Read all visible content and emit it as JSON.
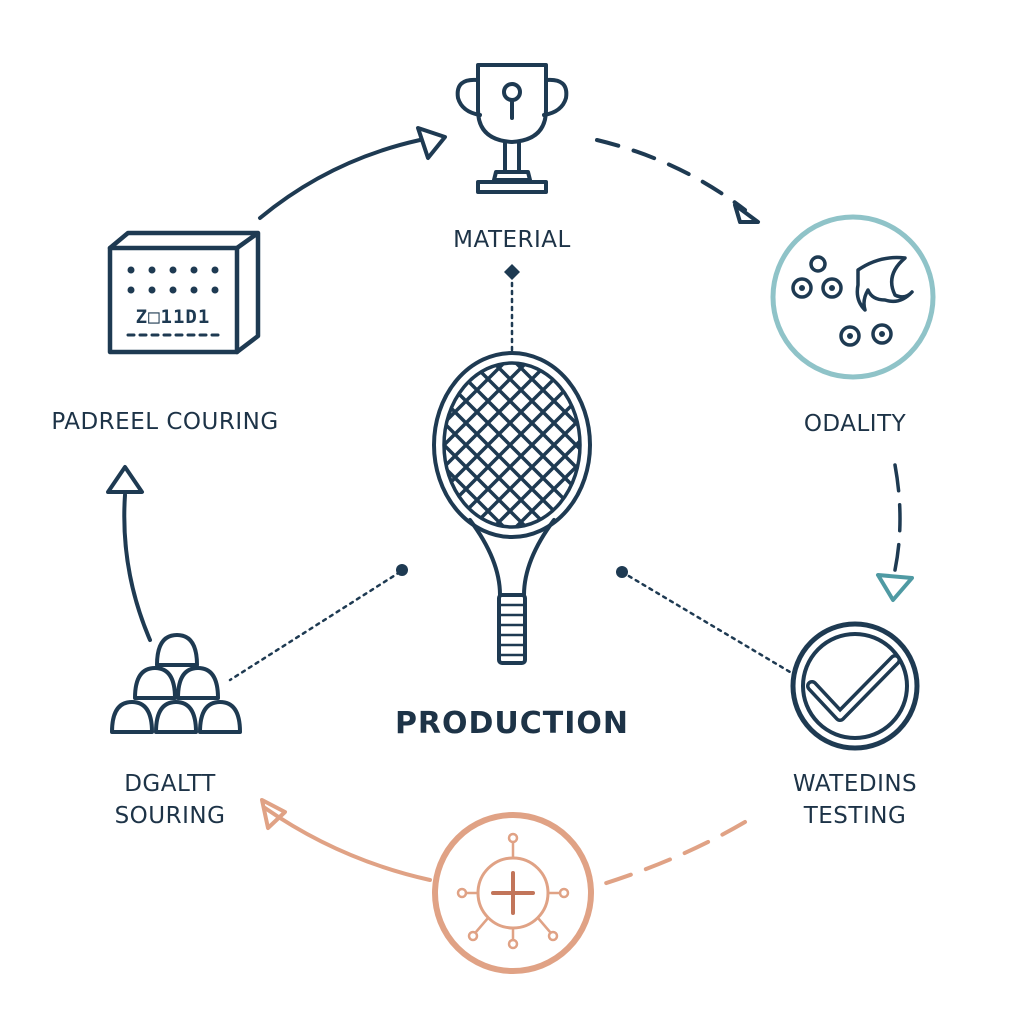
{
  "colors": {
    "primary": "#1e3a52",
    "teal": "#8fc3c8",
    "teal_arrow": "#4f9aa3",
    "salmon": "#e0a285"
  },
  "center": {
    "label": "PRODUCTION",
    "icon": "tennis-racket-icon"
  },
  "nodes": [
    {
      "label": "MATERIAL",
      "icon": "trophy-icon"
    },
    {
      "label": "ODALITY",
      "icon": "molecules-circle-icon"
    },
    {
      "label_line1": "WATEDINS",
      "label_line2": "TESTING",
      "icon": "checkmark-circle-icon"
    },
    {
      "label": "",
      "icon": "virus-crosshair-circle-icon"
    },
    {
      "label_line1": "DGALTT",
      "label_line2": "SOURING",
      "icon": "stacked-ingots-icon"
    },
    {
      "label": "PADREEL COURING",
      "icon": "calendar-box-icon",
      "icon_text": "Z□11D1"
    }
  ]
}
